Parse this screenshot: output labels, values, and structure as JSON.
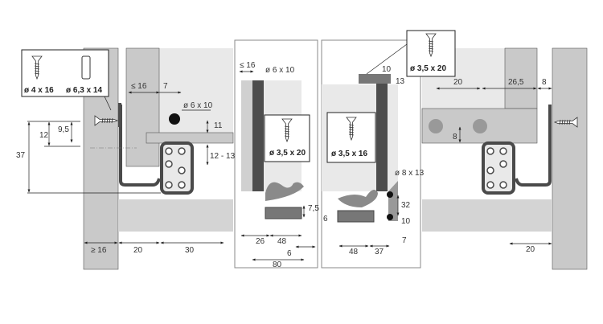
{
  "screws": {
    "left_a": "ø 4 x 16",
    "left_b": "ø 6,3 x 14",
    "top_right": "ø 3,5 x 20",
    "panel1": "ø 3,5 x 20",
    "panel2": "ø 3,5 x 16"
  },
  "dims_left": {
    "d_le16": "≤ 16",
    "d_7": "7",
    "d_hole": "ø 6 x 10",
    "d_11": "11",
    "d_12_13": "12 - 13",
    "d_12": "12",
    "d_9_5": "9,5",
    "d_37": "37",
    "d_ge16": "≥ 16",
    "d_20": "20",
    "d_30": "30"
  },
  "dims_panel1": {
    "d_le16": "≤ 16",
    "d_hole": "ø 6 x 10",
    "d_7_5": "7,5",
    "d_26": "26",
    "d_48": "48",
    "d_6": "6",
    "d_80": "80"
  },
  "dims_panel2": {
    "d_10": "10",
    "d_13": "13",
    "d_hole": "ø 8 x 13",
    "d_32": "32",
    "d_10b": "10",
    "d_6": "6",
    "d_7": "7",
    "d_48": "48",
    "d_37": "37"
  },
  "dims_right": {
    "d_20": "20",
    "d_26_5": "26,5",
    "d_8": "8",
    "d_8v": "8",
    "d_20b": "20"
  }
}
